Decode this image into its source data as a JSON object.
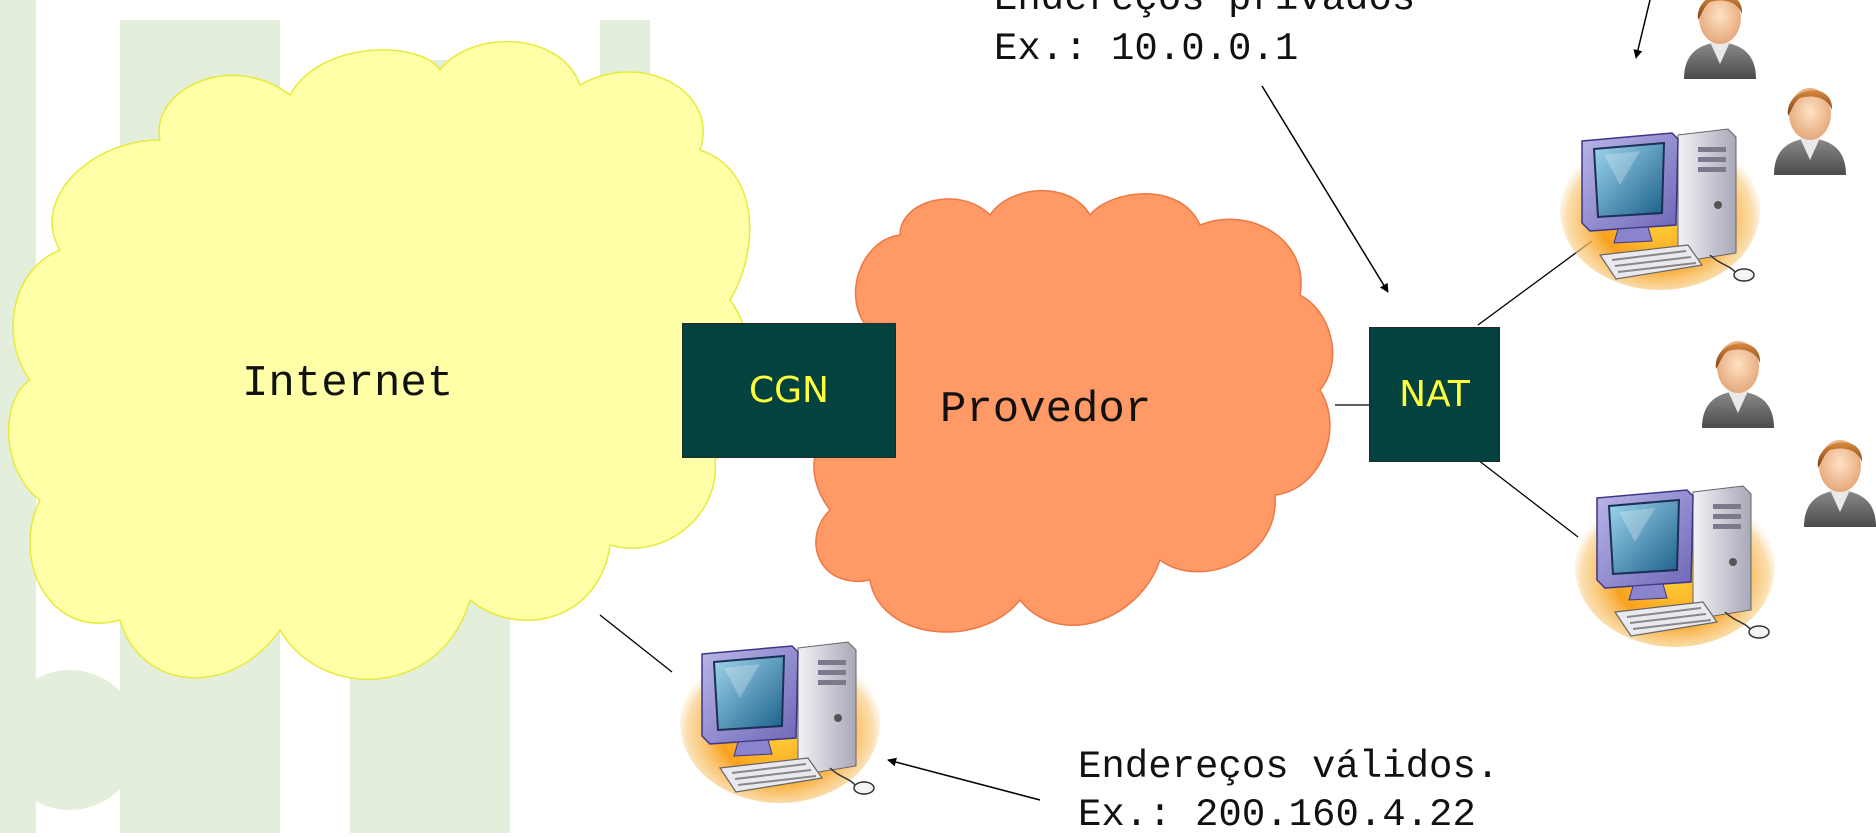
{
  "clouds": {
    "internet_label": "Internet",
    "provider_label": "Provedor"
  },
  "devices": {
    "cgn_label": "CGN",
    "nat_label": "NAT"
  },
  "annotations": {
    "private_line1": "Endereços privados",
    "private_line2": "Ex.: 10.0.0.1",
    "valid_line1": "Endereços válidos.",
    "valid_line2": "Ex.: 200.160.4.22"
  },
  "colors": {
    "internet_cloud": "#ffffa8",
    "provider_cloud": "#ff9966",
    "device_box": "#04423f",
    "device_text": "#ffff3a",
    "watermark": "#e3efdc"
  },
  "icons": [
    "computer-icon",
    "user-icon"
  ]
}
